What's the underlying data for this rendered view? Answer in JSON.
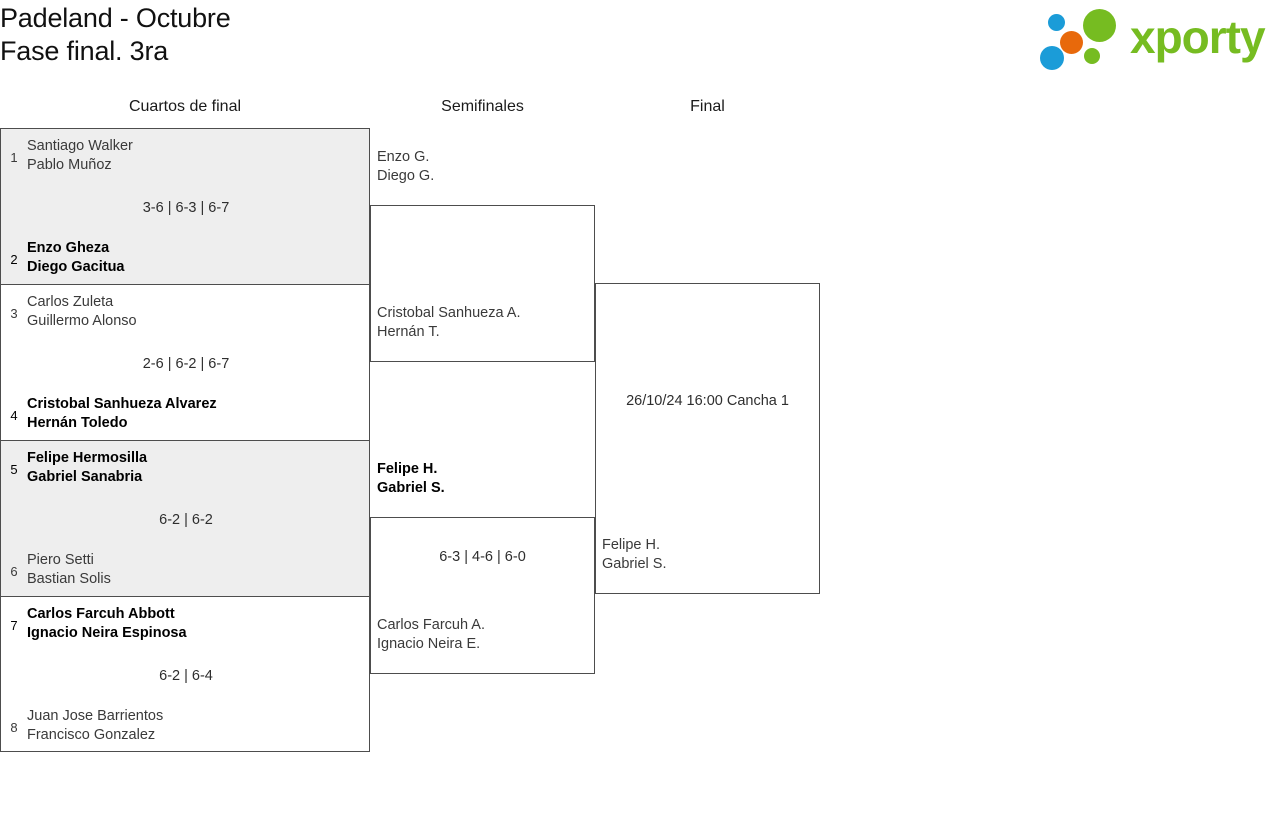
{
  "header": {
    "title_line1": "Padeland - Octubre",
    "title_line2": "Fase final. 3ra",
    "logo_text": "xporty",
    "logo_colors": {
      "blue": "#1b9cd8",
      "orange": "#e8690b",
      "green": "#76bc21",
      "text_green": "#76bc21"
    }
  },
  "rounds": [
    {
      "label": "Cuartos de final"
    },
    {
      "label": "Semifinales"
    },
    {
      "label": "Final"
    }
  ],
  "quarterfinals": [
    {
      "shaded": true,
      "top": {
        "seed": "1",
        "player1": "Santiago Walker",
        "player2": "Pablo Muñoz",
        "winner": false
      },
      "bottom": {
        "seed": "2",
        "player1": "Enzo Gheza",
        "player2": "Diego Gacitua",
        "winner": true
      },
      "score": "3-6 | 6-3 | 6-7"
    },
    {
      "shaded": false,
      "top": {
        "seed": "3",
        "player1": "Carlos Zuleta",
        "player2": "Guillermo Alonso",
        "winner": false
      },
      "bottom": {
        "seed": "4",
        "player1": "Cristobal Sanhueza Alvarez",
        "player2": "Hernán Toledo",
        "winner": true
      },
      "score": "2-6 | 6-2 | 6-7"
    },
    {
      "shaded": true,
      "top": {
        "seed": "5",
        "player1": "Felipe Hermosilla",
        "player2": "Gabriel Sanabria",
        "winner": true
      },
      "bottom": {
        "seed": "6",
        "player1": "Piero Setti",
        "player2": "Bastian Solis",
        "winner": false
      },
      "score": "6-2 | 6-2"
    },
    {
      "shaded": false,
      "top": {
        "seed": "7",
        "player1": "Carlos Farcuh Abbott",
        "player2": "Ignacio Neira Espinosa",
        "winner": true
      },
      "bottom": {
        "seed": "8",
        "player1": "Juan Jose Barrientos",
        "player2": "Francisco Gonzalez",
        "winner": false
      },
      "score": "6-2 | 6-4"
    }
  ],
  "semifinals": [
    {
      "top": {
        "player1": "Enzo G.",
        "player2": "Diego G.",
        "winner": false
      },
      "bottom": {
        "player1": "Cristobal Sanhueza A.",
        "player2": "Hernán T.",
        "winner": false
      },
      "score": ""
    },
    {
      "top": {
        "player1": "Felipe H.",
        "player2": "Gabriel S.",
        "winner": true
      },
      "bottom": {
        "player1": "Carlos Farcuh A.",
        "player2": "Ignacio Neira E.",
        "winner": false
      },
      "score": "6-3 | 4-6 | 6-0"
    }
  ],
  "final": {
    "top": {
      "player1": "",
      "player2": "",
      "winner": false
    },
    "bottom": {
      "player1": "Felipe H.",
      "player2": "Gabriel S.",
      "winner": false
    },
    "meta": "26/10/24 16:00 Cancha 1"
  }
}
